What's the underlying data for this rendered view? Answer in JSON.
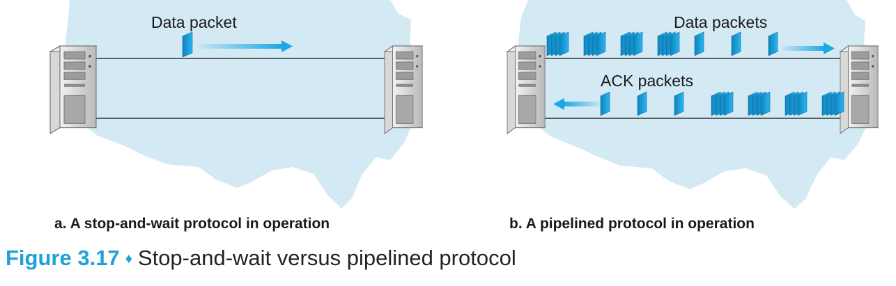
{
  "panel_a": {
    "packet_label": "Data packet",
    "caption": "a. A stop-and-wait protocol in operation"
  },
  "panel_b": {
    "data_label": "Data packets",
    "ack_label": "ACK packets",
    "caption": "b. A pipelined protocol in operation",
    "data_groups": [
      4,
      4,
      4,
      4,
      1,
      1,
      1
    ],
    "ack_groups": [
      1,
      1,
      1,
      4,
      4,
      4,
      4
    ]
  },
  "figure": {
    "number": "Figure 3.17",
    "separator": "♦",
    "title": "Stop-and-wait versus pipelined protocol"
  },
  "colors": {
    "map": "#d3e9f4",
    "packet": "#1ba7e3",
    "packet_dark": "#0f7fb6",
    "accent": "#1ea0d8"
  },
  "icons": [
    "server-icon",
    "arrow-right-icon",
    "arrow-left-icon",
    "packet-icon"
  ]
}
